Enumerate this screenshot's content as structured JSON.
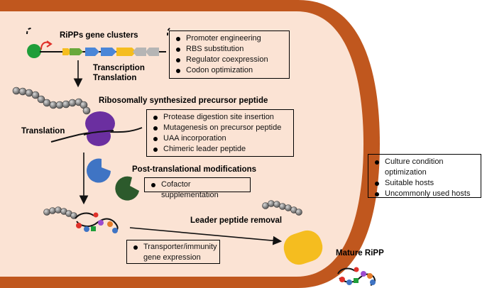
{
  "labels": {
    "gene_clusters": "RiPPs gene clusters",
    "transcription": "Transcription",
    "translation_top": "Translation",
    "precursor": "Ribosomally synthesized precursor peptide",
    "translation_left": "Translation",
    "ptm": "Post-translational modifications",
    "leader_removal": "Leader peptide removal",
    "mature": "Mature RiPP"
  },
  "boxes": {
    "gene_engineering": [
      "Promoter engineering",
      "RBS substitution",
      "Regulator coexpression",
      "Codon optimization"
    ],
    "precursor_engineering": [
      "Protease digestion site insertion",
      "Mutagenesis on precursor peptide",
      "UAA incorporation",
      "Chimeric leader peptide"
    ],
    "ptm_engineering": [
      "Cofactor supplementation"
    ],
    "transport": [
      "Transporter/immunity gene expression"
    ],
    "host": [
      "Culture condition optimization",
      "Suitable hosts",
      "Uncommonly used hosts"
    ]
  },
  "colors": {
    "cell_fill": "#fbe3d4",
    "cell_wall": "#c0571e",
    "ribosome": "#6b2fa0",
    "enzyme_blue": "#3f74c4",
    "enzyme_green": "#2c5a2c",
    "transporter": "#f5bd1f",
    "bead": "#8a8a8a"
  }
}
